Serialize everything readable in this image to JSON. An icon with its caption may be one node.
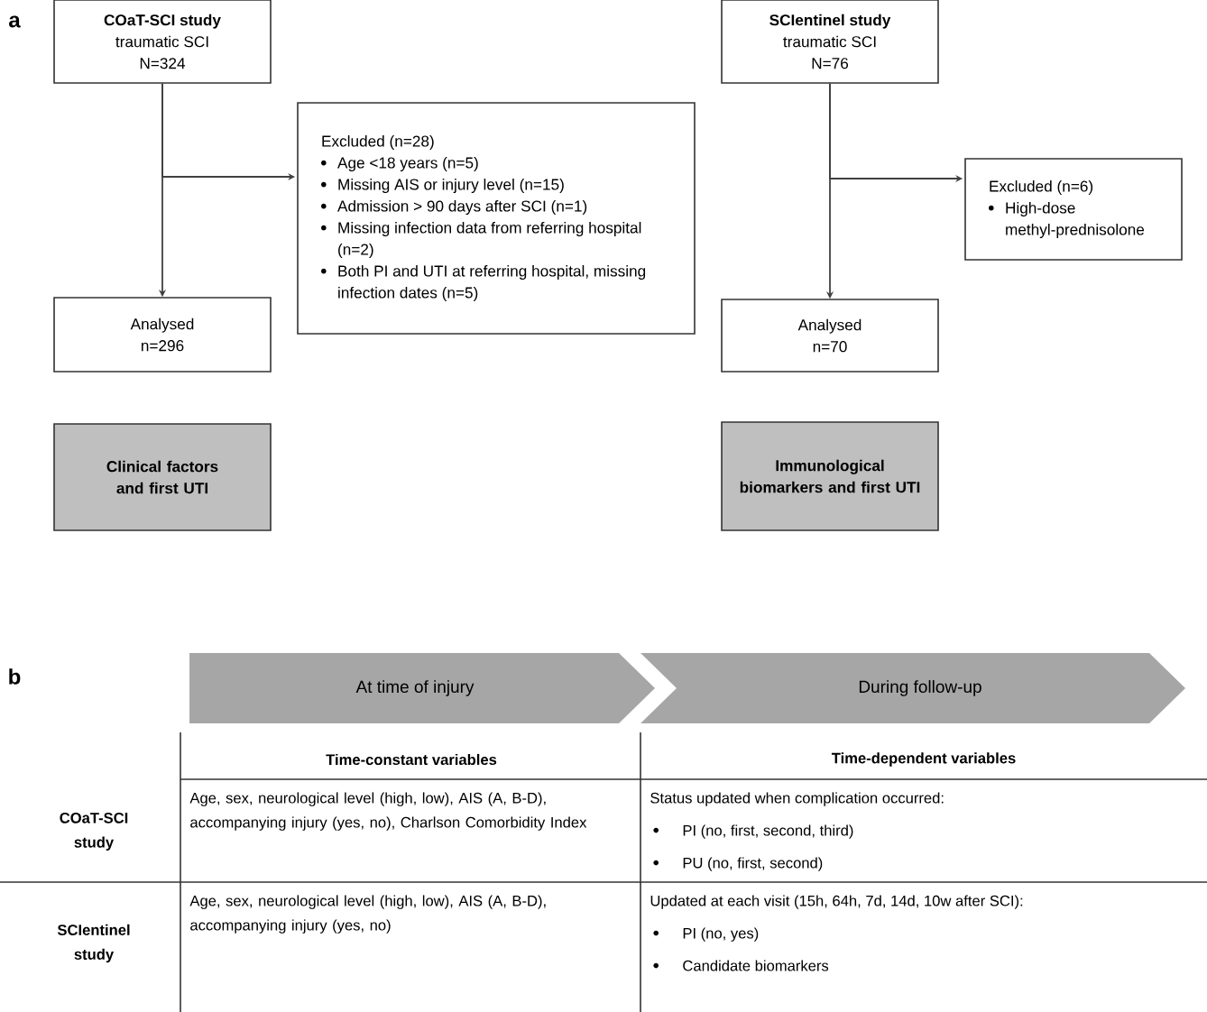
{
  "diagram": {
    "nodes": [
      {
        "text": [
          "COaT-SCI study",
          "traumatic SCI",
          "N=324"
        ]
      },
      {
        "text": [
          "Excluded (n=28)",
          "Age <18 years (n=5)",
          "Missing AIS or injury level (n=15)",
          "Admission > 90 days after SCI (n=1)",
          "Missing infection data from referring hospital (n=2)",
          "Both PI and UTI at referring hospital, missing infection dates (n=5)"
        ]
      },
      {
        "text": [
          "Analysed",
          "n=296"
        ]
      },
      {
        "text": [
          "Clinical factors and first UTI"
        ]
      },
      {
        "text": [
          "SCIentinel study",
          "traumatic SCI",
          "N=76"
        ]
      },
      {
        "text": [
          "Excluded (n=6)",
          "High-dose methyl-prednisolone"
        ]
      },
      {
        "text": [
          "Analysed",
          "n=70"
        ]
      },
      {
        "text": [
          "Immunological biomarkers and first UTI"
        ]
      },
      {
        "text": [
          "At time of injury"
        ]
      },
      {
        "text": [
          "During follow-up"
        ]
      }
    ],
    "edges": [
      {
        "from": 0,
        "to": 2,
        "arrow": "to"
      },
      {
        "from": 0,
        "to": 1,
        "arrow": "to"
      },
      {
        "from": 4,
        "to": 6,
        "arrow": "to"
      },
      {
        "from": 4,
        "to": 5,
        "arrow": "to"
      }
    ],
    "labels": [
      "a",
      "b",
      "Time-constant variables",
      "Time-dependent variables",
      "COaT-SCI study",
      "Age, sex, neurological level (high, low), AIS (A, B-D), accompanying injury (yes, no), Charlson Comorbidity Index",
      "Status updated when complication occurred:",
      "PI (no, first, second, third)",
      "PU (no, first, second)",
      "SCIentinel study",
      "Age, sex, neurological level (high, low), AIS (A, B-D), accompanying injury (yes, no)",
      "Updated at each visit (15h, 64h, 7d, 14d, 10w after SCI):",
      "PI (no, yes)",
      "Candidate biomarkers"
    ]
  }
}
